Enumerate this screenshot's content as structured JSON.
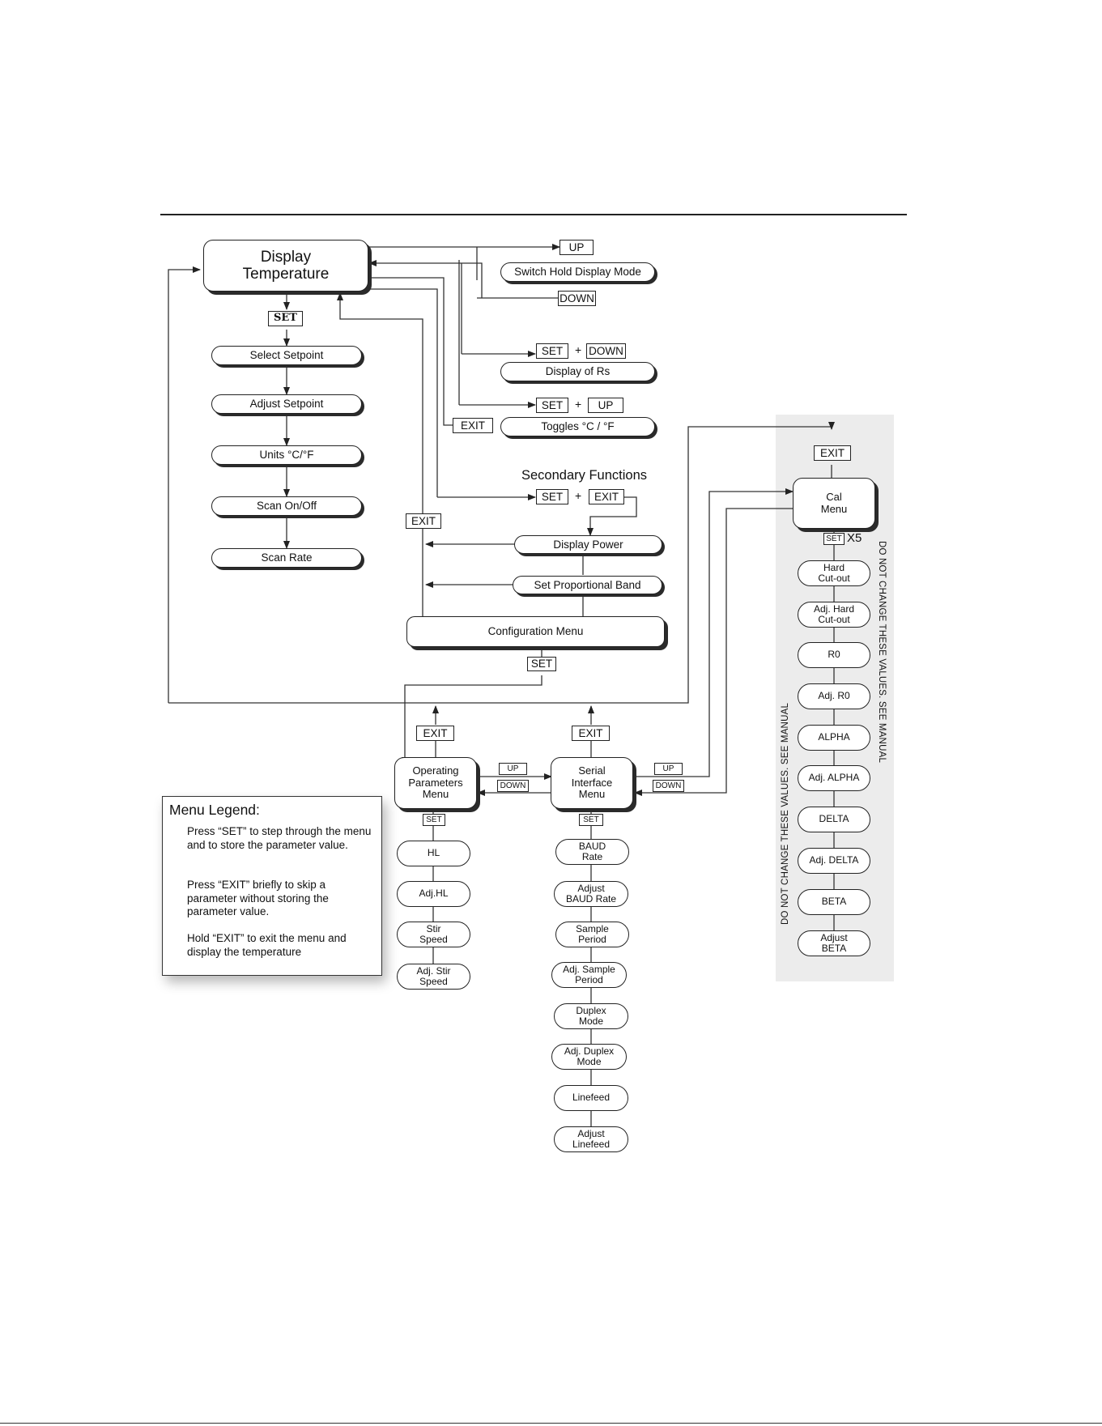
{
  "main": {
    "display_temperature": "Display\nTemperature",
    "set_key": "SET",
    "menu_items": [
      "Select Setpoint",
      "Adjust Setpoint",
      "Units °C/°F",
      "Scan On/Off",
      "Scan Rate"
    ]
  },
  "shortcuts": {
    "up": "UP",
    "switch_hold": "Switch Hold Display Mode",
    "down": "DOWN",
    "set": "SET",
    "plus": "+",
    "display_rs": "Display of Rs",
    "toggles": "Toggles °C / °F",
    "exit": "EXIT"
  },
  "secondary": {
    "title": "Secondary Functions",
    "set": "SET",
    "plus": "+",
    "exit": "EXIT",
    "left_exit": "EXIT",
    "display_power": "Display Power",
    "proportional_band": "Set Proportional Band",
    "configuration_menu": "Configuration Menu",
    "config_set": "SET"
  },
  "operating": {
    "exit": "EXIT",
    "title": "Operating\nParameters\nMenu",
    "set": "SET",
    "items": [
      "HL",
      "Adj.HL",
      "Stir\nSpeed",
      "Adj. Stir\nSpeed"
    ]
  },
  "nav": {
    "up": "UP",
    "down": "DOWN"
  },
  "serial": {
    "exit": "EXIT",
    "title": "Serial\nInterface\nMenu",
    "set": "SET",
    "items": [
      "BAUD\nRate",
      "Adjust\nBAUD Rate",
      "Sample\nPeriod",
      "Adj. Sample\nPeriod",
      "Duplex\nMode",
      "Adj. Duplex\nMode",
      "Linefeed",
      "Adjust\nLinefeed"
    ]
  },
  "cal": {
    "exit": "EXIT",
    "title": "Cal\nMenu",
    "set": "SET",
    "repeat": "X5",
    "items": [
      "Hard\nCut-out",
      "Adj. Hard\nCut-out",
      "R0",
      "Adj. R0",
      "ALPHA",
      "Adj. ALPHA",
      "DELTA",
      "Adj. DELTA",
      "BETA",
      "Adjust\nBETA"
    ],
    "warning": "DO NOT CHANGE THESE VALUES. SEE MANUAL"
  },
  "legend": {
    "title": "Menu Legend:",
    "lines": [
      "Press “SET” to step through the menu and to store the parameter value.",
      "Press “EXIT” briefly to skip a parameter without storing the parameter value.",
      "Hold “EXIT” to exit the menu and display the temperature"
    ]
  }
}
